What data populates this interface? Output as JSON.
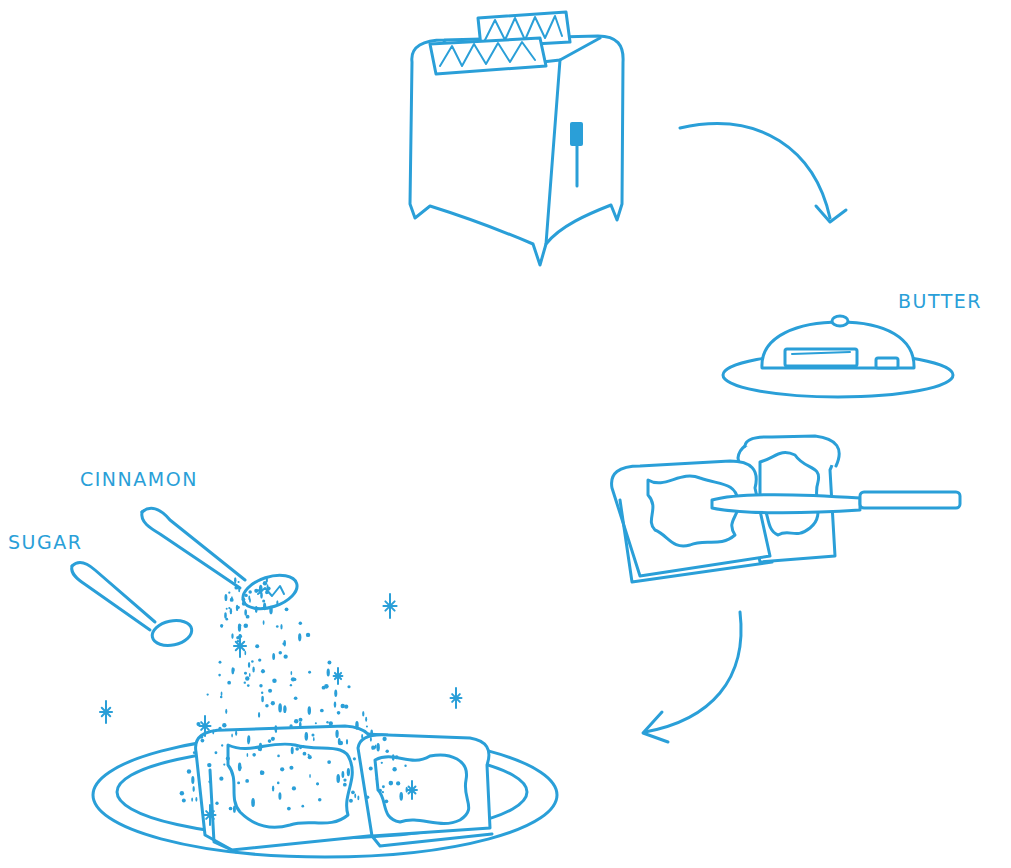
{
  "diagram": {
    "labels": [
      "BUTTER",
      "CINNAMON",
      "SUGAR"
    ]
  }
}
